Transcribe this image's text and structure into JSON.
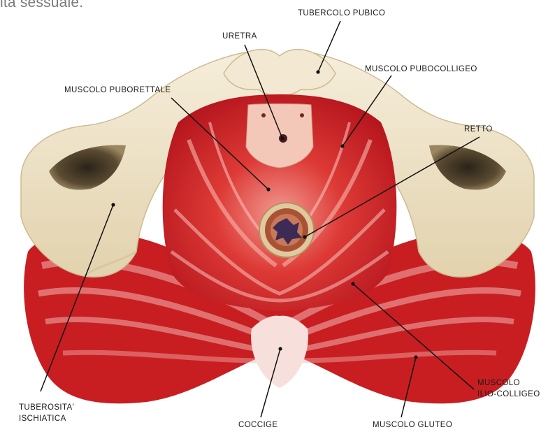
{
  "header": {
    "cut_text": "ità sessuale."
  },
  "labels": {
    "tubercolo_pubico": "TUBERCOLO PUBICO",
    "uretra": "URETRA",
    "muscolo_pubocolligeo": "MUSCOLO PUBOCOLLIGEO",
    "muscolo_puborettale": "MUSCOLO PUBORETTALE",
    "retto": "RETTO",
    "tuberosita_line1": "TUBEROSITA'",
    "tuberosita_line2": "ISCHIATICA",
    "coccige": "COCCIGE",
    "muscolo_gluteo": "MUSCOLO GLUTEO",
    "ilio_line1": "MUSCOLO",
    "ilio_line2": "ILIO-COLLIGEO"
  },
  "colors": {
    "muscle_dark": "#b3141c",
    "muscle": "#d9302f",
    "muscle_light": "#f0a09a",
    "bone": "#efe3c6",
    "bone_shadow": "#c8b690",
    "lumen": "#3d2a55",
    "leader": "#111111"
  }
}
